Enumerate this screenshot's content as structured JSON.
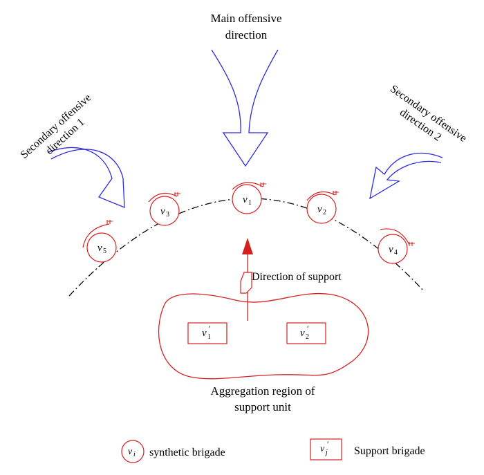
{
  "labels": {
    "main_line1": "Main offensive",
    "main_line2": "direction",
    "sec1_line1": "Secondary offensive",
    "sec1_line2": "direction 1",
    "sec2_line1": "Secondary offensive",
    "sec2_line2": "direction 2",
    "support_direction": "Direction of support",
    "aggregation_line1": "Aggregation region of",
    "aggregation_line2": "support unit"
  },
  "brigades": [
    {
      "letter": "v",
      "sub": "1"
    },
    {
      "letter": "v",
      "sub": "2"
    },
    {
      "letter": "v",
      "sub": "3"
    },
    {
      "letter": "v",
      "sub": "4"
    },
    {
      "letter": "v",
      "sub": "5"
    }
  ],
  "support_brigades": [
    {
      "letter": "v",
      "sub": "1",
      "prime": "′"
    },
    {
      "letter": "v",
      "sub": "2",
      "prime": "′"
    }
  ],
  "legend": {
    "circle_letter": "v",
    "circle_sub": "i",
    "circle_text": "synthetic brigade",
    "rect_letter": "v",
    "rect_sub": "j",
    "rect_prime": "′",
    "rect_text": "Support brigade"
  },
  "colors": {
    "red": "#d42020",
    "blue": "#2a2ae0",
    "line": "#000000"
  }
}
